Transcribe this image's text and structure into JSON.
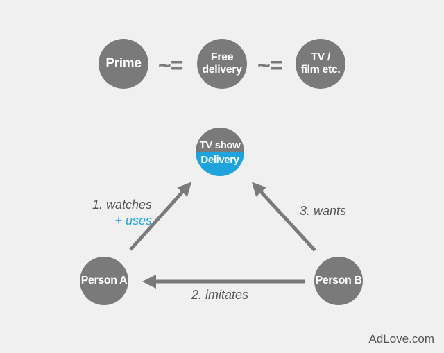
{
  "top_row": {
    "prime": "Prime",
    "approx_1": "~=",
    "free_delivery": [
      "Free",
      "delivery"
    ],
    "approx_2": "~=",
    "tv_film": [
      "TV /",
      "film etc."
    ]
  },
  "center_node": {
    "top_label": "TV show",
    "bottom_label": "Delivery"
  },
  "nodes": {
    "person_a": "Person A",
    "person_b": "Person B"
  },
  "edges": {
    "watches": "1. watches",
    "uses": "+ uses",
    "imitates": "2. imitates",
    "wants": "3. wants"
  },
  "colors": {
    "node_gray": "#7a7a7a",
    "accent_blue": "#1ea3dc",
    "background": "#f0f0f0"
  },
  "brand": "AdLove.com"
}
